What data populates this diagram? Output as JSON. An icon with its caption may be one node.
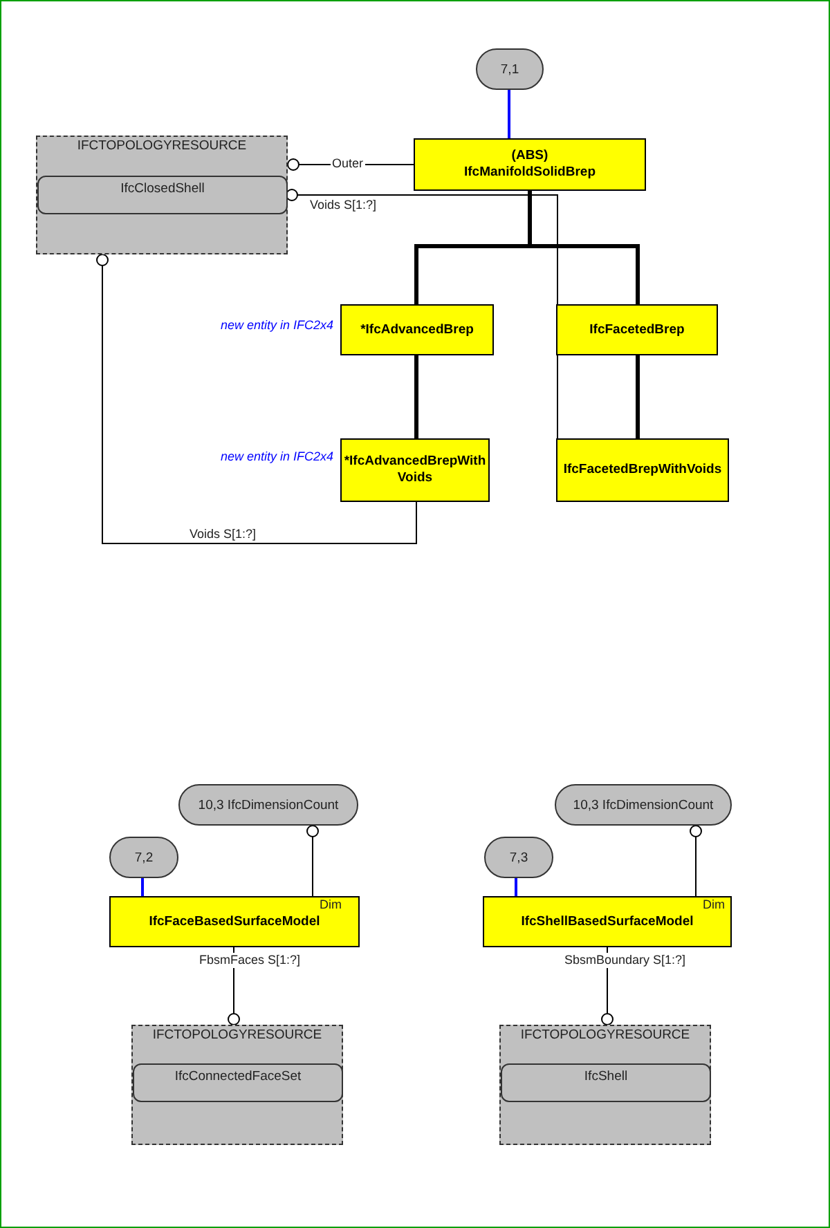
{
  "diagram": {
    "nodes": [
      {
        "text": [
          "7,1"
        ]
      },
      {
        "text": [
          "IFCTOPOLOGYRESOURCE"
        ]
      },
      {
        "text": [
          "IfcClosedShell"
        ],
        "in": 1
      },
      {
        "text": [
          "(ABS)",
          "IfcManifoldSolidBrep"
        ]
      },
      {
        "text": [
          "*IfcAdvancedBrep"
        ],
        "beside": [
          "new entity in IFC2x4"
        ]
      },
      {
        "text": [
          "IfcFacetedBrep"
        ]
      },
      {
        "text": [
          "*IfcAdvancedBrepWith Voids"
        ],
        "beside": [
          "new entity in IFC2x4"
        ]
      },
      {
        "text": [
          "IfcFacetedBrepWithVoids"
        ]
      },
      {
        "text": [
          "10,3 IfcDimensionCount"
        ]
      },
      {
        "text": [
          "7,2"
        ]
      },
      {
        "text": [
          "IfcFaceBasedSurfaceModel"
        ]
      },
      {
        "text": [
          "IFCTOPOLOGYRESOURCE"
        ]
      },
      {
        "text": [
          "IfcConnectedFaceSet"
        ],
        "in": 11
      },
      {
        "text": [
          "10,3 IfcDimensionCount"
        ]
      },
      {
        "text": [
          "7,3"
        ]
      },
      {
        "text": [
          "IfcShellBasedSurfaceModel"
        ]
      },
      {
        "text": [
          "IFCTOPOLOGYRESOURCE"
        ]
      },
      {
        "text": [
          "IfcShell"
        ],
        "in": 16
      }
    ],
    "edges": [
      {
        "from": 0,
        "to": 3,
        "arrow": "none",
        "color": "#0000ff"
      },
      {
        "from": 3,
        "to": 1,
        "arrow": "other",
        "label": "Outer"
      },
      {
        "from": 7,
        "to": 2,
        "arrow": "other",
        "label": "Voids S[1:?]"
      },
      {
        "from": 3,
        "to": 4,
        "arrow": "none",
        "style": "thick"
      },
      {
        "from": 3,
        "to": 5,
        "arrow": "none",
        "style": "thick"
      },
      {
        "from": 4,
        "to": 6,
        "arrow": "none",
        "style": "thick"
      },
      {
        "from": 5,
        "to": 7,
        "arrow": "none",
        "style": "thick"
      },
      {
        "from": 6,
        "to": 1,
        "arrow": "other",
        "label": "Voids S[1:?]"
      },
      {
        "from": 9,
        "to": 10,
        "arrow": "none",
        "color": "#0000ff"
      },
      {
        "from": 10,
        "to": 8,
        "arrow": "other",
        "label": "Dim"
      },
      {
        "from": 10,
        "to": 11,
        "arrow": "other",
        "label": "FbsmFaces S[1:?]"
      },
      {
        "from": 14,
        "to": 15,
        "arrow": "none",
        "color": "#0000ff"
      },
      {
        "from": 15,
        "to": 13,
        "arrow": "other",
        "label": "Dim"
      },
      {
        "from": 15,
        "to": 16,
        "arrow": "other",
        "label": "SbsmBoundary S[1:?]"
      }
    ]
  }
}
